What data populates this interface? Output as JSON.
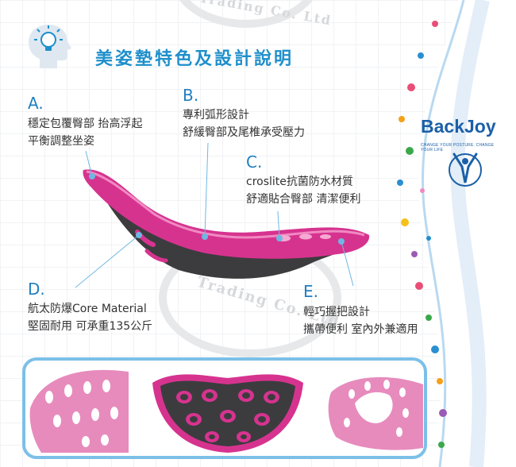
{
  "title": "美姿墊特色及設計說明",
  "features": [
    {
      "letter": "A.",
      "lines": [
        "穩定包覆臀部 抬高浮起",
        "平衡調整坐姿"
      ]
    },
    {
      "letter": "B.",
      "lines": [
        "專利弧形設計",
        "舒緩臀部及尾椎承受壓力"
      ]
    },
    {
      "letter": "C.",
      "lines": [
        "croslite抗菌防水材質",
        "舒適貼合臀部 清潔便利"
      ]
    },
    {
      "letter": "D.",
      "lines": [
        "航太防爆Core Material",
        "堅固耐用 可承重135公斤"
      ]
    },
    {
      "letter": "E.",
      "lines": [
        "輕巧握把設計",
        "攜帶便利 室內外兼適用"
      ]
    }
  ],
  "brand": {
    "name": "BackJoy",
    "tagline": "CHANGE YOUR POSTURE. CHANGE YOUR LIFE"
  },
  "watermark": "Trading Co. Ltd",
  "colors": {
    "accent": "#1f8fcb",
    "product_pink": "#d6338f",
    "core_gray": "#3c3c3e",
    "panel_border": "#7cc0e8"
  },
  "icons": {
    "title_icon": "head-lightbulb-icon",
    "brand_icon": "person-arms-raised-icon"
  }
}
